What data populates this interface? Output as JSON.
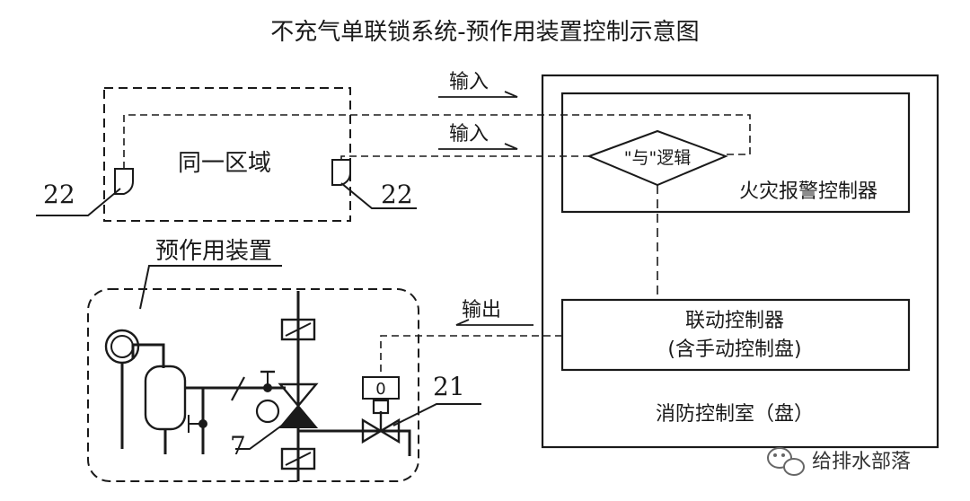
{
  "title": "不充气单联锁系统-预作用装置控制示意图",
  "zone_label": "同一区域",
  "detector_left_number": "22",
  "detector_right_number": "22",
  "input_label_1": "输入",
  "input_label_2": "输入",
  "logic_label": "\"与\"逻辑",
  "fire_controller_label": "火灾报警控制器",
  "linkage_controller_line1": "联动控制器",
  "linkage_controller_line2": "(含手动控制盘)",
  "control_room_label": "消防控制室（盘）",
  "output_label": "输出",
  "device_label": "预作用装置",
  "valve_number": "7",
  "solenoid_number": "21",
  "switch_value": "0",
  "watermark": "给排水部落"
}
